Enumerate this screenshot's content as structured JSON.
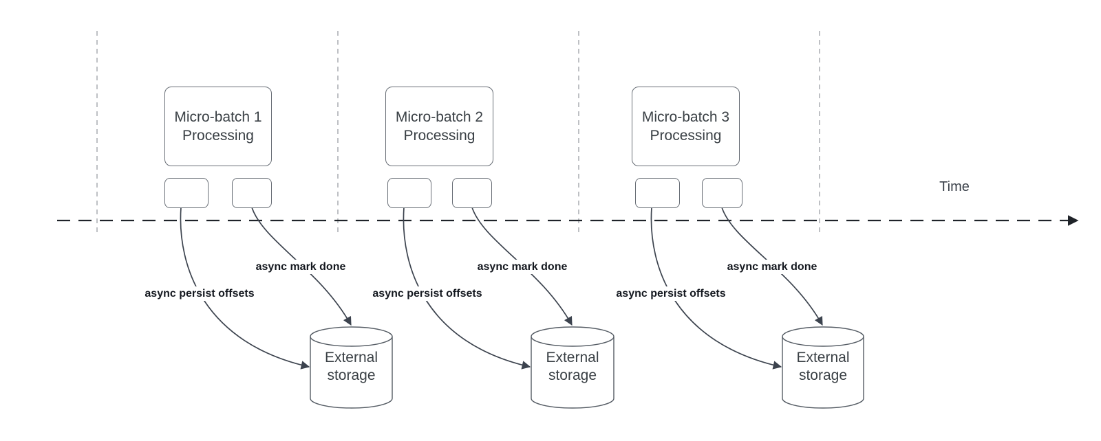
{
  "diagram": {
    "time_label": "Time",
    "groups": [
      {
        "box_title_line1": "Micro-batch 1",
        "box_title_line2": "Processing",
        "persist_arrow_label": "async persist offsets",
        "done_arrow_label": "async mark done",
        "storage_line1": "External",
        "storage_line2": "storage"
      },
      {
        "box_title_line1": "Micro-batch 2",
        "box_title_line2": "Processing",
        "persist_arrow_label": "async persist offsets",
        "done_arrow_label": "async mark done",
        "storage_line1": "External",
        "storage_line2": "storage"
      },
      {
        "box_title_line1": "Micro-batch 3",
        "box_title_line2": "Processing",
        "persist_arrow_label": "async persist offsets",
        "done_arrow_label": "async mark done",
        "storage_line1": "External",
        "storage_line2": "storage"
      }
    ],
    "colors": {
      "background": "#ffffff",
      "curve_stroke": "#3c434e",
      "timeline_stroke": "#1f2329",
      "guide_line_stroke": "#a8abb0",
      "shape_border": "#666c74",
      "shape_text": "#3a4045",
      "arrow_label_text": "#14181f"
    }
  }
}
